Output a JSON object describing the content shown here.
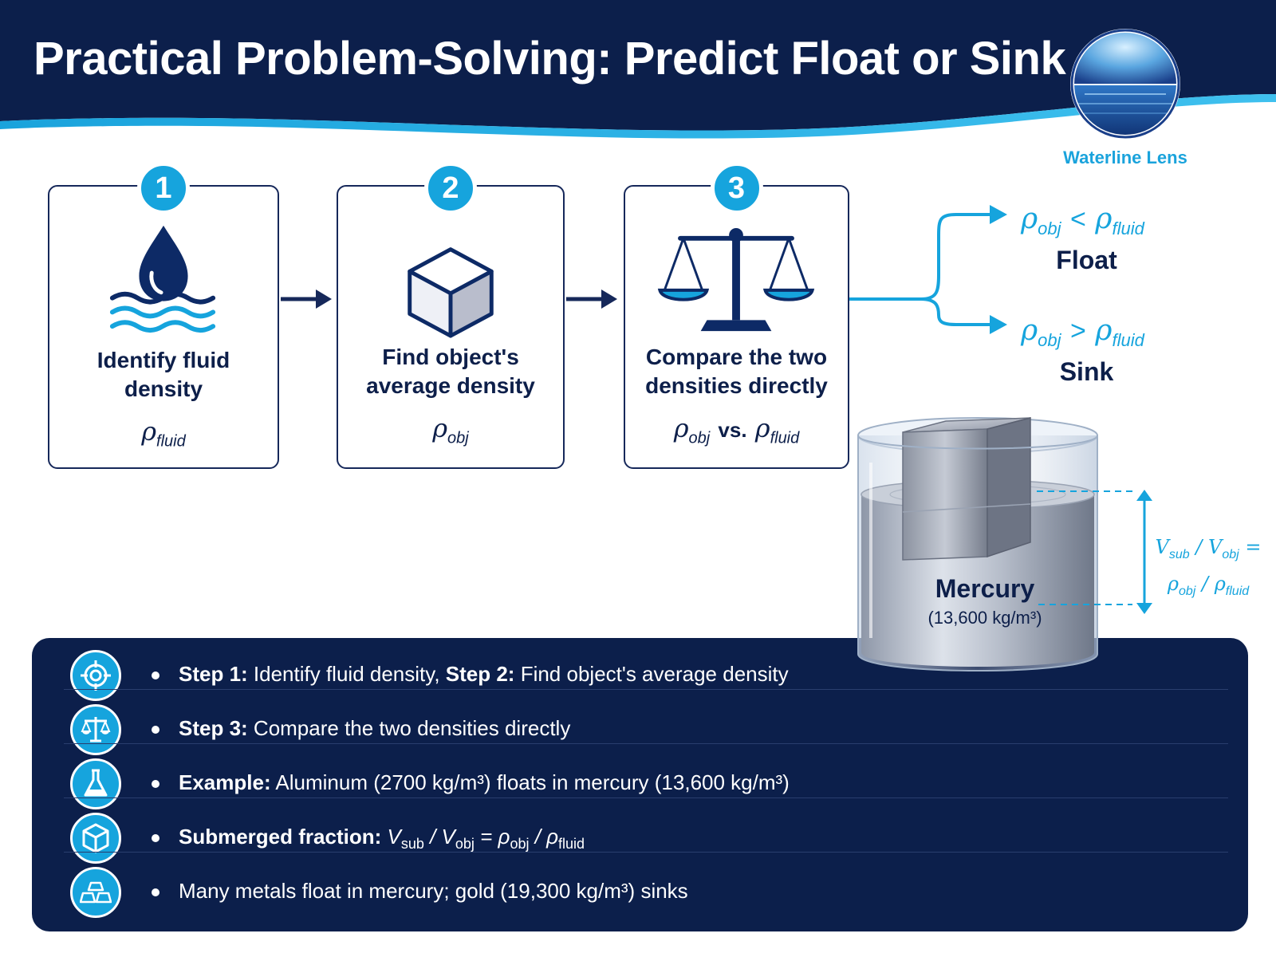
{
  "header": {
    "title": "Practical Problem-Solving: Predict Float or Sink",
    "logo_label": "Waterline Lens"
  },
  "steps": [
    {
      "number": "1",
      "label": "Identify fluid density",
      "symbol_base": "ρ",
      "symbol_sub": "fluid",
      "icon": "water-drop-icon"
    },
    {
      "number": "2",
      "label": "Find object's average density",
      "symbol_base": "ρ",
      "symbol_sub": "obj",
      "icon": "cube-icon"
    },
    {
      "number": "3",
      "label": "Compare the two densities directly",
      "symbol_left_base": "ρ",
      "symbol_left_sub": "obj",
      "symbol_vs": "vs.",
      "symbol_right_base": "ρ",
      "symbol_right_sub": "fluid",
      "icon": "balance-scale-icon"
    }
  ],
  "outcomes": [
    {
      "left_base": "ρ",
      "left_sub": "obj",
      "operator": "<",
      "right_base": "ρ",
      "right_sub": "fluid",
      "result": "Float"
    },
    {
      "left_base": "ρ",
      "left_sub": "obj",
      "operator": ">",
      "right_base": "ρ",
      "right_sub": "fluid",
      "result": "Sink"
    }
  ],
  "beaker": {
    "fluid_name": "Mercury",
    "fluid_density": "(13,600 kg/m³)",
    "fraction_v": "V",
    "fraction_sub": "sub",
    "fraction_obj": "obj",
    "fraction_rho": "ρ",
    "fraction_fluid": "fluid",
    "slash": "/",
    "equals": "="
  },
  "summary": [
    {
      "icon": "target-icon",
      "parts": [
        "Step 1:",
        " Identify fluid density, ",
        "Step 2:",
        " Find object's average density"
      ]
    },
    {
      "icon": "balance-scale-icon",
      "parts": [
        "Step 3:",
        " Compare the two densities directly"
      ]
    },
    {
      "icon": "flask-icon",
      "parts": [
        "Example:",
        " Aluminum (2700 kg/m³) floats in mercury (13,600 kg/m³)"
      ]
    },
    {
      "icon": "cube-icon",
      "parts": [
        "Submerged fraction:",
        " V",
        "sub",
        " / V",
        "obj",
        " = ρ",
        "obj",
        " / ρ",
        "fluid"
      ]
    },
    {
      "icon": "gold-bars-icon",
      "parts": [
        "Many metals float in mercury; gold (19,300 kg/m³) sinks"
      ]
    }
  ],
  "colors": {
    "navy": "#0c1f4b",
    "accent": "#16a4dd",
    "text": "#0d1f4a"
  }
}
